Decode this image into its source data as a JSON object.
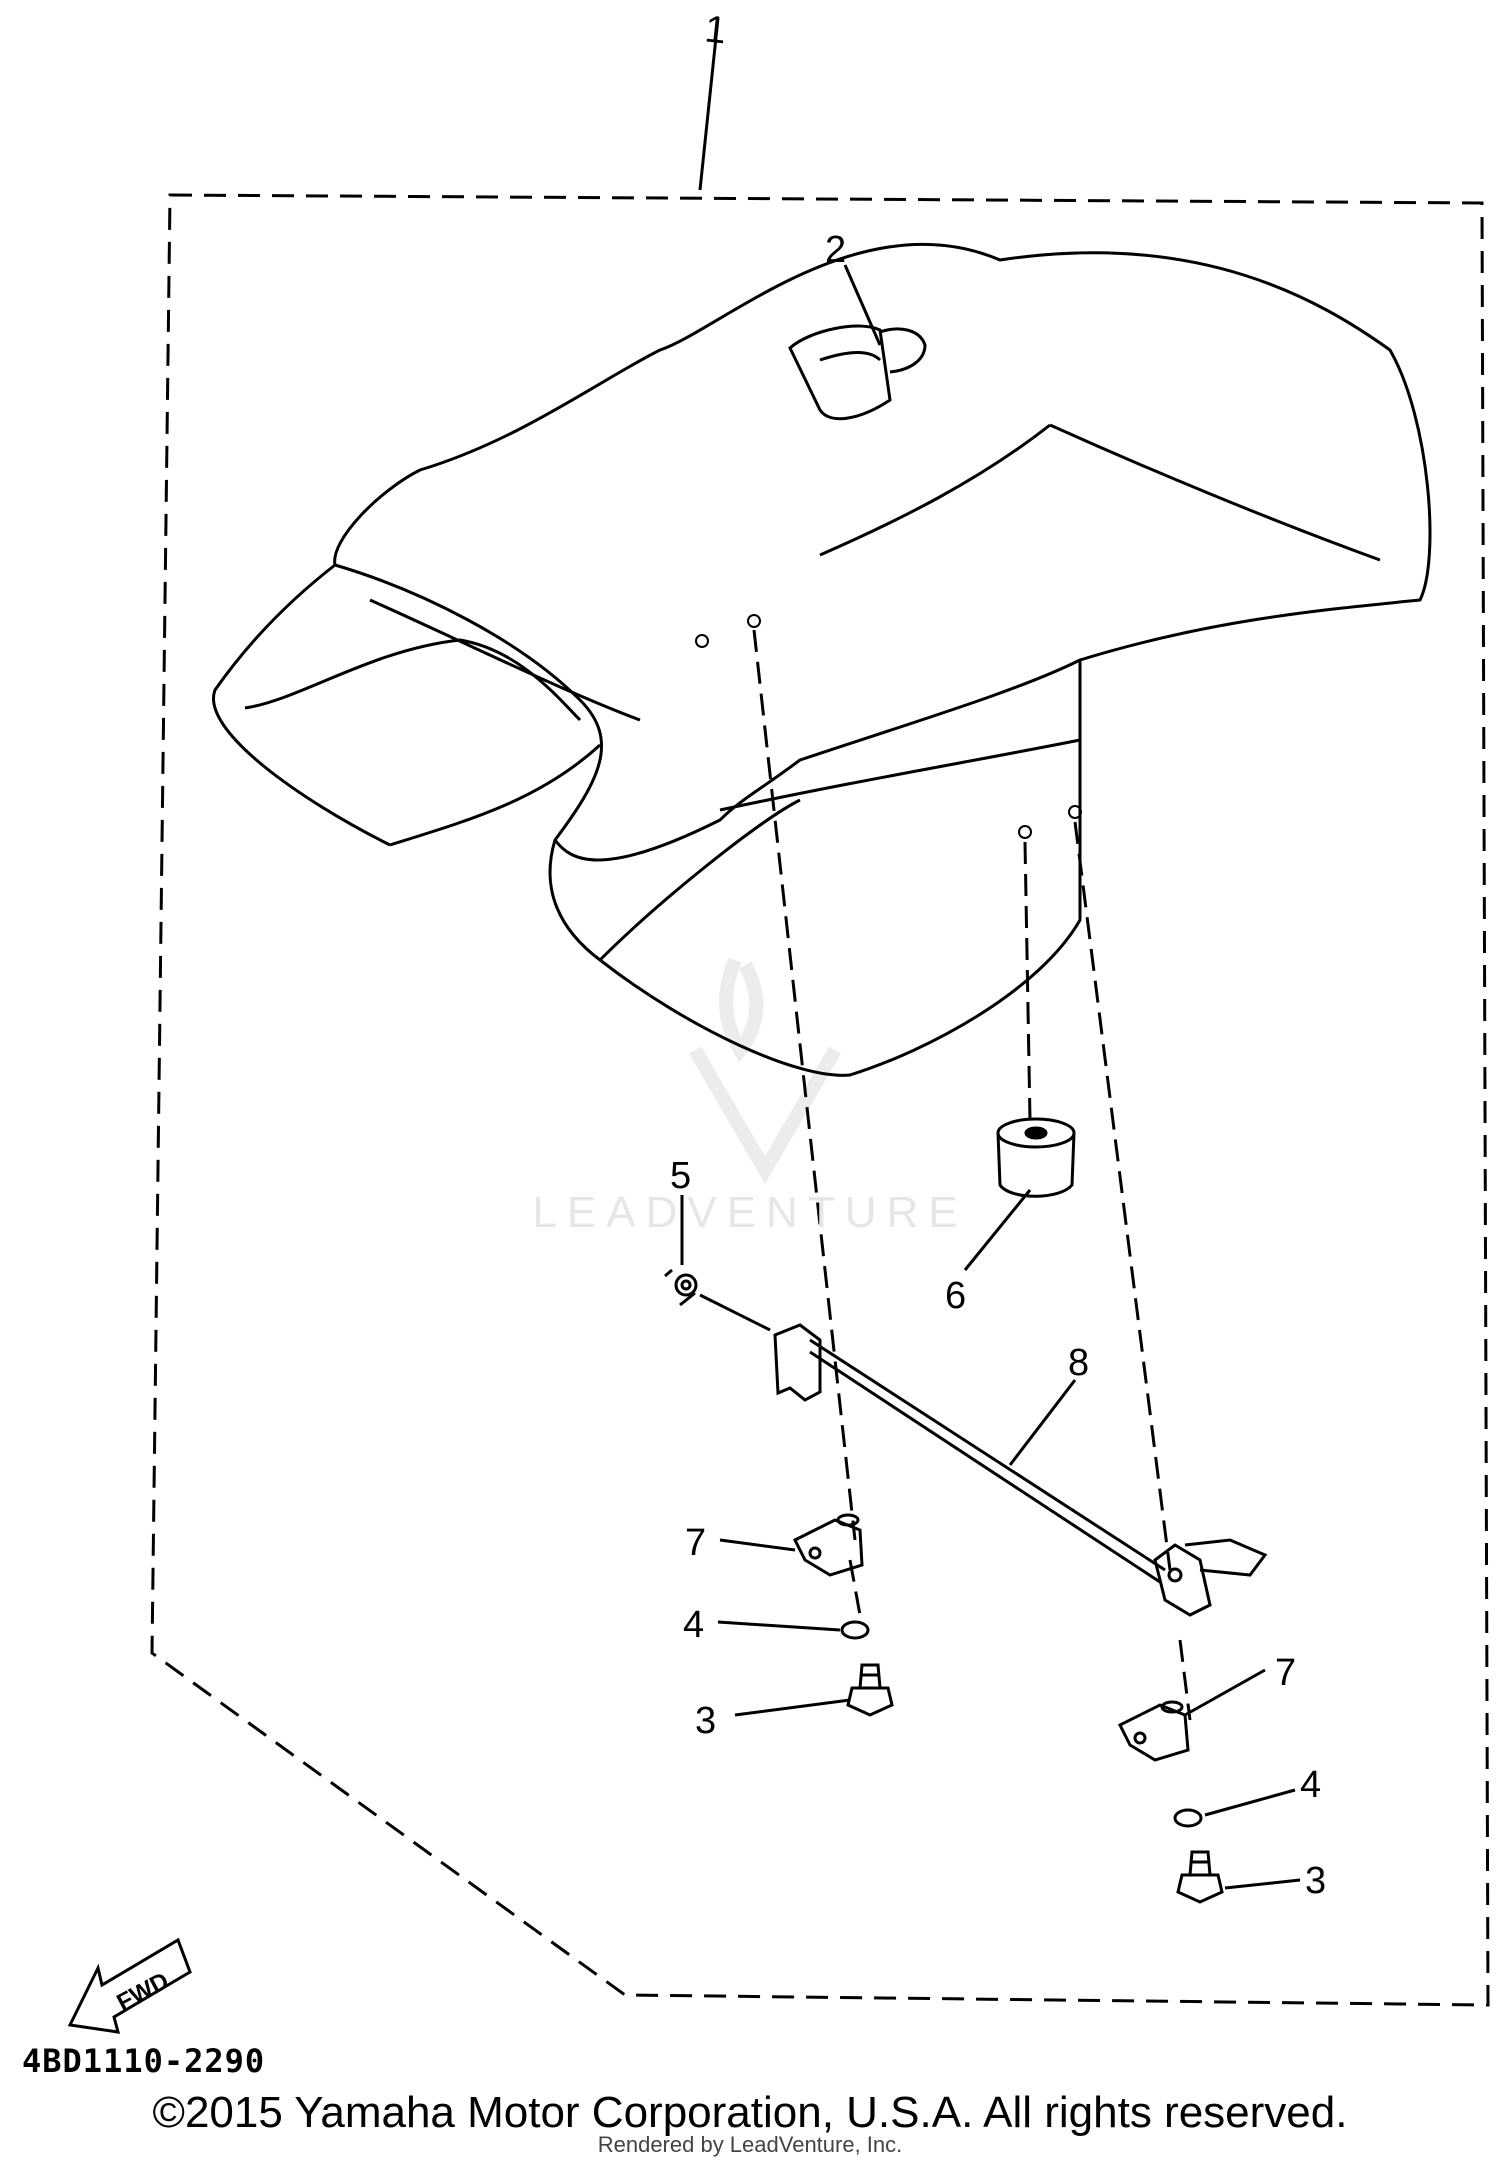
{
  "diagram": {
    "part_code": "4BD1110-2290",
    "fwd_label": "FWD",
    "callouts": [
      "1",
      "2",
      "3",
      "4",
      "5",
      "6",
      "7",
      "8"
    ]
  },
  "watermark": {
    "text": "LEADVENTURE"
  },
  "footer": {
    "copyright": "©2015 Yamaha Motor Corporation, U.S.A. All rights reserved.",
    "rendered_by": "Rendered by LeadVenture, Inc."
  }
}
